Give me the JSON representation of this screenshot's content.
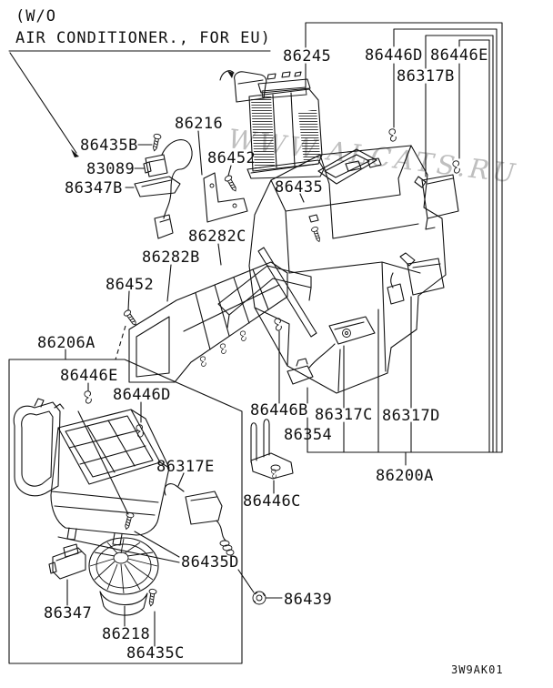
{
  "header": {
    "line1": "(W/O",
    "line2": "AIR CONDITIONER., FOR EU)"
  },
  "watermark": "WWW.ALCATS.RU",
  "drawing_code": "3W9AK01",
  "callouts": [
    {
      "id": "86435B",
      "text": "86435B"
    },
    {
      "id": "83089",
      "text": "83089"
    },
    {
      "id": "86347B",
      "text": "86347B"
    },
    {
      "id": "86216",
      "text": "86216"
    },
    {
      "id": "86452-upper",
      "text": "86452"
    },
    {
      "id": "86245",
      "text": "86245"
    },
    {
      "id": "86446D-top",
      "text": "86446D"
    },
    {
      "id": "86446E-top",
      "text": "86446E"
    },
    {
      "id": "86317B",
      "text": "86317B"
    },
    {
      "id": "86435",
      "text": "86435"
    },
    {
      "id": "86282C",
      "text": "86282C"
    },
    {
      "id": "86282B",
      "text": "86282B"
    },
    {
      "id": "86452-lower",
      "text": "86452"
    },
    {
      "id": "86206A",
      "text": "86206A"
    },
    {
      "id": "86446E-box",
      "text": "86446E"
    },
    {
      "id": "86446D-box",
      "text": "86446D"
    },
    {
      "id": "86317E",
      "text": "86317E"
    },
    {
      "id": "86446B",
      "text": "86446B"
    },
    {
      "id": "86317C",
      "text": "86317C"
    },
    {
      "id": "86317D",
      "text": "86317D"
    },
    {
      "id": "86354",
      "text": "86354"
    },
    {
      "id": "86200A",
      "text": "86200A"
    },
    {
      "id": "86446C",
      "text": "86446C"
    },
    {
      "id": "86435D",
      "text": "86435D"
    },
    {
      "id": "86439",
      "text": "86439"
    },
    {
      "id": "86347",
      "text": "86347"
    },
    {
      "id": "86218",
      "text": "86218"
    },
    {
      "id": "86435C",
      "text": "86435C"
    }
  ]
}
